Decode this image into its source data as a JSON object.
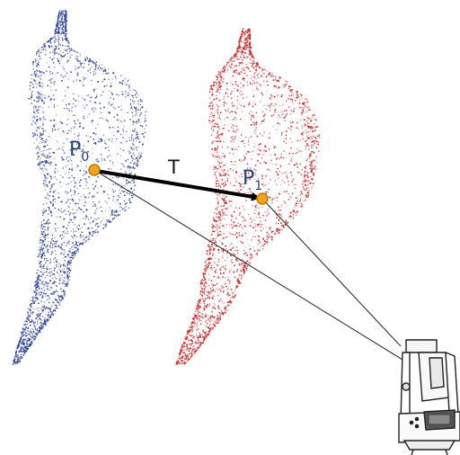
{
  "labels": {
    "p0_main": "P",
    "p0_sub": "0",
    "p1_main": "P",
    "p1_sub": "1",
    "translation": "T"
  },
  "colors": {
    "cloud_0": "#2b3f8f",
    "cloud_1": "#c0282a",
    "point_fill": "#f2a51c",
    "point_stroke": "#b87a0a",
    "arrow": "#000000",
    "sight_line": "#333333",
    "label_text": "#2c3e70"
  },
  "icons": {
    "instrument": "total-station-icon"
  }
}
